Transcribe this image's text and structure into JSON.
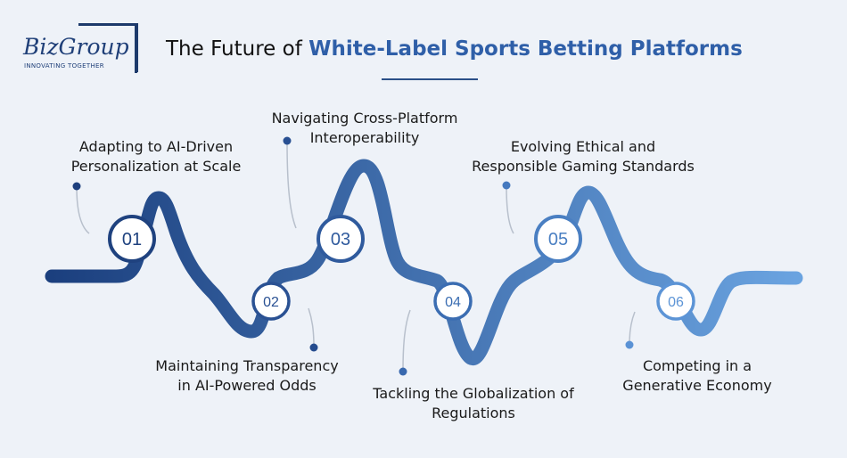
{
  "logo": {
    "word": "BizGroup",
    "tagline": "INNOVATING TOGETHER"
  },
  "header": {
    "title_plain": "The Future of ",
    "title_accent": "White-Label Sports Betting Platforms"
  },
  "colors": {
    "wave_start": "#1b3f7e",
    "wave_end": "#6aa3e0",
    "accent": "#2f5fa8",
    "background": "#eef2f8"
  },
  "steps": [
    {
      "number": "01",
      "line1": "Adapting to AI-Driven",
      "line2": "Personalization at Scale"
    },
    {
      "number": "02",
      "line1": "Maintaining Transparency",
      "line2": "in AI-Powered Odds"
    },
    {
      "number": "03",
      "line1": "Navigating Cross-Platform",
      "line2": "Interoperability"
    },
    {
      "number": "04",
      "line1": "Tackling the Globalization of",
      "line2": "Regulations"
    },
    {
      "number": "05",
      "line1": "Evolving Ethical and",
      "line2": "Responsible Gaming Standards"
    },
    {
      "number": "06",
      "line1": "Competing in a",
      "line2": "Generative Economy"
    }
  ]
}
